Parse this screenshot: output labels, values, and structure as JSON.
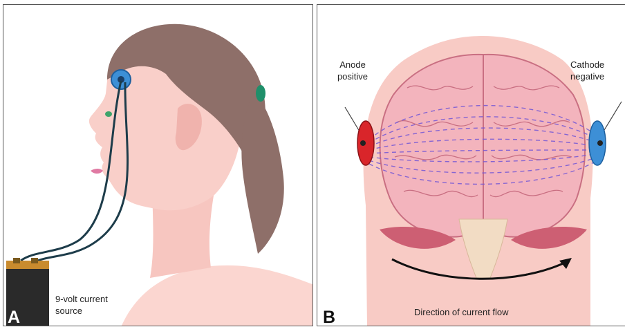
{
  "panel_a": {
    "letter": "A",
    "battery_label_line1": "9-volt current",
    "battery_label_line2": "source"
  },
  "panel_b": {
    "letter": "B",
    "anode_line1": "Anode",
    "anode_line2": "positive",
    "cathode_line1": "Cathode",
    "cathode_line2": "negative",
    "flow_caption": "Direction of current flow"
  },
  "colors": {
    "skin": "#f8cbc5",
    "skin_shade": "#eea9a4",
    "hair": "#8e6f69",
    "anode": "#d9252a",
    "cathode": "#3d8fd6",
    "brain_outline": "#c96f82",
    "current_lines": "#7257d6",
    "cerebellum": "#cd5f73",
    "brainstem": "#f2dcc4",
    "battery": "#2a2a2a",
    "battery_top": "#c98b2e"
  },
  "icons": [
    "electrode-icon",
    "battery-icon",
    "arrow-icon"
  ]
}
